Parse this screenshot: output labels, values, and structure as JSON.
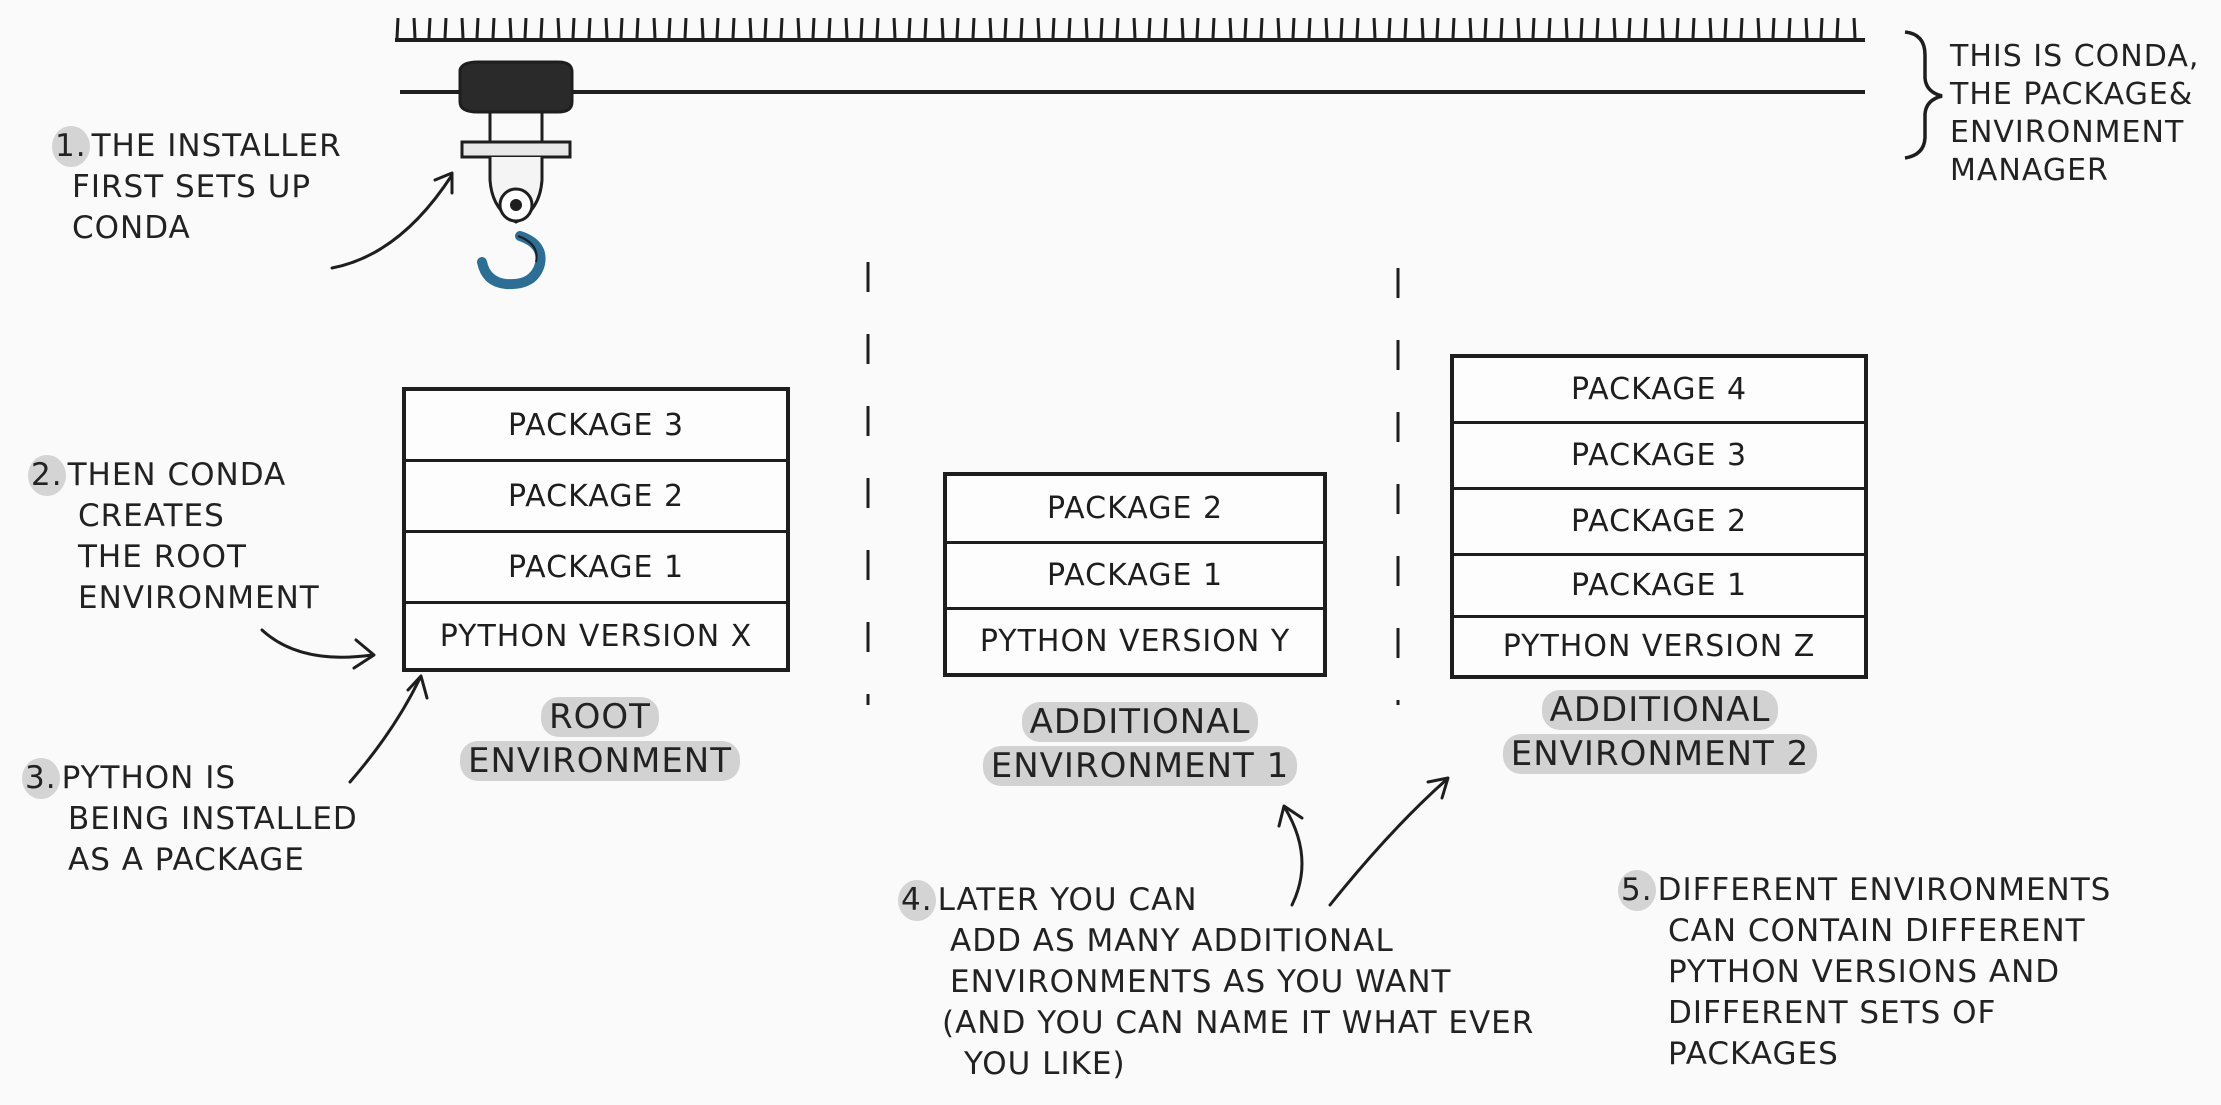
{
  "conda": {
    "label_lines": [
      "THIS IS CONDA,",
      "THE PACKAGE&",
      "ENVIRONMENT",
      "MANAGER"
    ]
  },
  "steps": {
    "s1": {
      "num": "1.",
      "lines": [
        "THE INSTALLER",
        "FIRST SETS UP",
        "CONDA"
      ]
    },
    "s2": {
      "num": "2.",
      "lines": [
        "THEN CONDA",
        "CREATES",
        "THE ROOT",
        "ENVIRONMENT"
      ]
    },
    "s3": {
      "num": "3.",
      "lines": [
        "PYTHON IS",
        "BEING INSTALLED",
        "AS A PACKAGE"
      ]
    },
    "s4": {
      "num": "4.",
      "lines": [
        "LATER YOU CAN",
        "ADD AS MANY ADDITIONAL",
        "ENVIRONMENTS AS YOU WANT",
        "(AND YOU CAN NAME IT WHAT EVER",
        "YOU LIKE)"
      ]
    },
    "s5": {
      "num": "5.",
      "lines": [
        "DIFFERENT ENVIRONMENTS",
        "CAN CONTAIN DIFFERENT",
        "PYTHON VERSIONS AND",
        "DIFFERENT SETS OF",
        "PACKAGES"
      ]
    }
  },
  "environments": [
    {
      "label_lines": [
        "ROOT",
        "ENVIRONMENT"
      ],
      "layers": [
        "PACKAGE 3",
        "PACKAGE 2",
        "PACKAGE 1",
        "PYTHON VERSION X"
      ]
    },
    {
      "label_lines": [
        "ADDITIONAL",
        "ENVIRONMENT 1"
      ],
      "layers": [
        "PACKAGE 2",
        "PACKAGE 1",
        "PYTHON VERSION Y"
      ]
    },
    {
      "label_lines": [
        "ADDITIONAL",
        "ENVIRONMENT 2"
      ],
      "layers": [
        "PACKAGE 4",
        "PACKAGE 3",
        "PACKAGE 2",
        "PACKAGE 1",
        "PYTHON VERSION Z"
      ]
    }
  ],
  "colors": {
    "ink": "#1e1e1e",
    "highlight": "#d2d2d2",
    "hook": "#2b6f96",
    "paper": "#fafafa"
  }
}
